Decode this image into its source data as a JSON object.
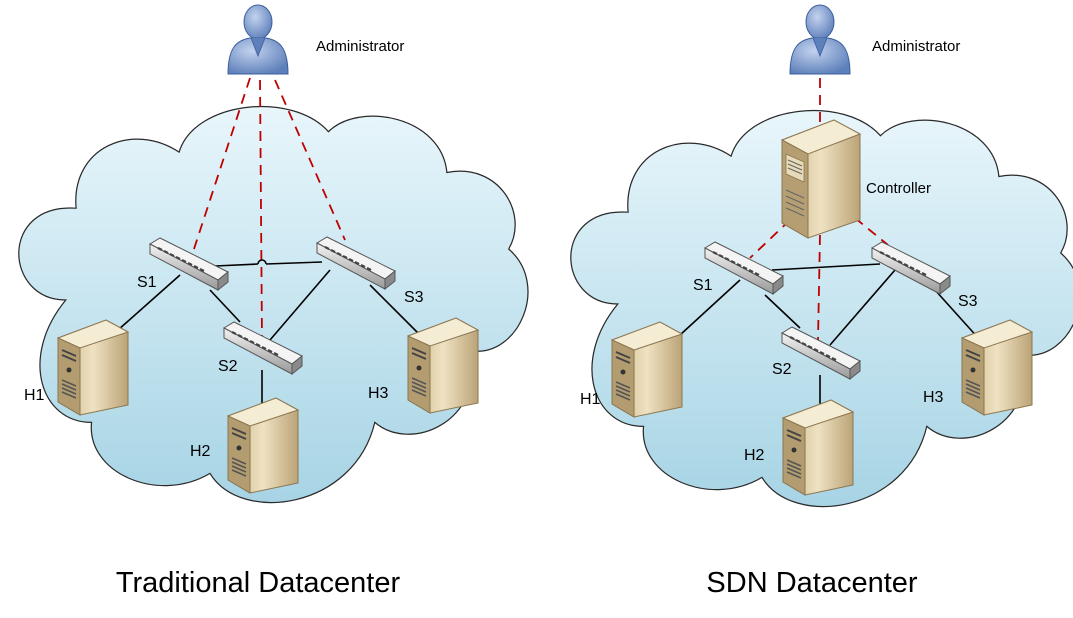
{
  "traditional": {
    "title": "Traditional Datacenter",
    "admin_label": "Administrator",
    "switches": {
      "s1": "S1",
      "s2": "S2",
      "s3": "S3"
    },
    "hosts": {
      "h1": "H1",
      "h2": "H2",
      "h3": "H3"
    }
  },
  "sdn": {
    "title": "SDN Datacenter",
    "admin_label": "Administrator",
    "controller_label": "Controller",
    "switches": {
      "s1": "S1",
      "s2": "S2",
      "s3": "S3"
    },
    "hosts": {
      "h1": "H1",
      "h2": "H2",
      "h3": "H3"
    }
  },
  "colors": {
    "cloud_fill_top": "#e6f5fa",
    "cloud_fill_bottom": "#a9d6e6",
    "management_link": "#c00000",
    "data_link": "#000000",
    "server_body": "#e6d5ad",
    "admin_figure": "#6f8fc4"
  }
}
